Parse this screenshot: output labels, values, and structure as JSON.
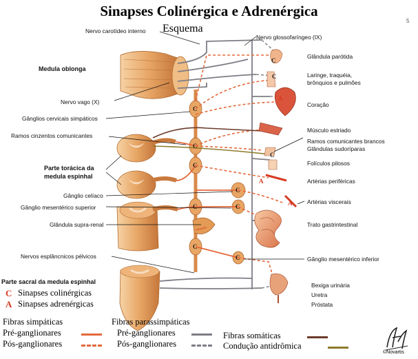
{
  "title": "Sinapses Colinérgica e Adrenérgica",
  "subtitle": "Esquema",
  "corner_mark": "5",
  "labels": {
    "nervo_carotideo": "Nervo carotídeo interno",
    "nervo_glosso": "Nervo glossofaríngeo (IX)",
    "medula_oblonga": "Medula oblonga",
    "glandula_parotida": "Glândula parótida",
    "laringe_1": "Laringe, traquéia,",
    "laringe_2": "brônquios e pulmões",
    "nervo_vago": "Nervo vago (X)",
    "coracao": "Coração",
    "ganglios_cervicais": "Gânglios cervicais simpáticos",
    "musculo_estriado": "Músculo estriado",
    "ramos_cinzentos": "Ramos cinzentos comunicantes",
    "ramos_brancos": "Ramos comunicantes brancos",
    "glandulas_sudoriparas": "Glândulas sudoríparas",
    "foliculos": "Folículos pilosos",
    "toracica_1": "Parte torácica da",
    "toracica_2": "medula espinhal",
    "arterias_perifericas": "Artérias periféricas",
    "ganglio_celiaco": "Gânglio celíaco",
    "arterias_viscerais": "Artérias viscerais",
    "ganglio_mesenterico_sup": "Gânglio mesentérico superior",
    "glandula_supra_renal": "Glândula supra-renal",
    "trato": "Trato gastrintestinal",
    "nervos_esplancnicos": "Nervos esplâncnicos pélvicos",
    "ganglio_mesenterico_inf": "Gânglio mesentérico inferior",
    "sacral": "Parte sacral da medula espinhal",
    "bexiga": "Bexiga urinária",
    "uretra": "Uretra",
    "prostata": "Próstata"
  },
  "synapse_legend": [
    {
      "symbol": "C",
      "text": "Sinapses colinérgicas"
    },
    {
      "symbol": "A",
      "text": "Sinapses adrenérgicas"
    }
  ],
  "fiber_legend": {
    "simpaticas": {
      "heading": "Fibras simpáticas",
      "pre": "Pré-ganglionares",
      "pos": "Pós-ganglionares"
    },
    "parassimpaticas": {
      "heading": "Fibras parassimpáticas",
      "pre": "Pré-ganglionares",
      "pos": "Pós-ganglionares"
    },
    "somaticas": "Fibras somáticas",
    "antidromica": "Condução antidrômica"
  },
  "colors": {
    "sympathetic": "#e4683a",
    "parasympathetic": "#7d7d85",
    "somatic": "#6b3a2a",
    "antidromic": "#8c7a2a",
    "cord": "#e8a96c",
    "cord_dark": "#c97a3e",
    "synapse_red": "#d63a22"
  },
  "logo_signature": "F. Netter",
  "copyright": "©Novartis"
}
